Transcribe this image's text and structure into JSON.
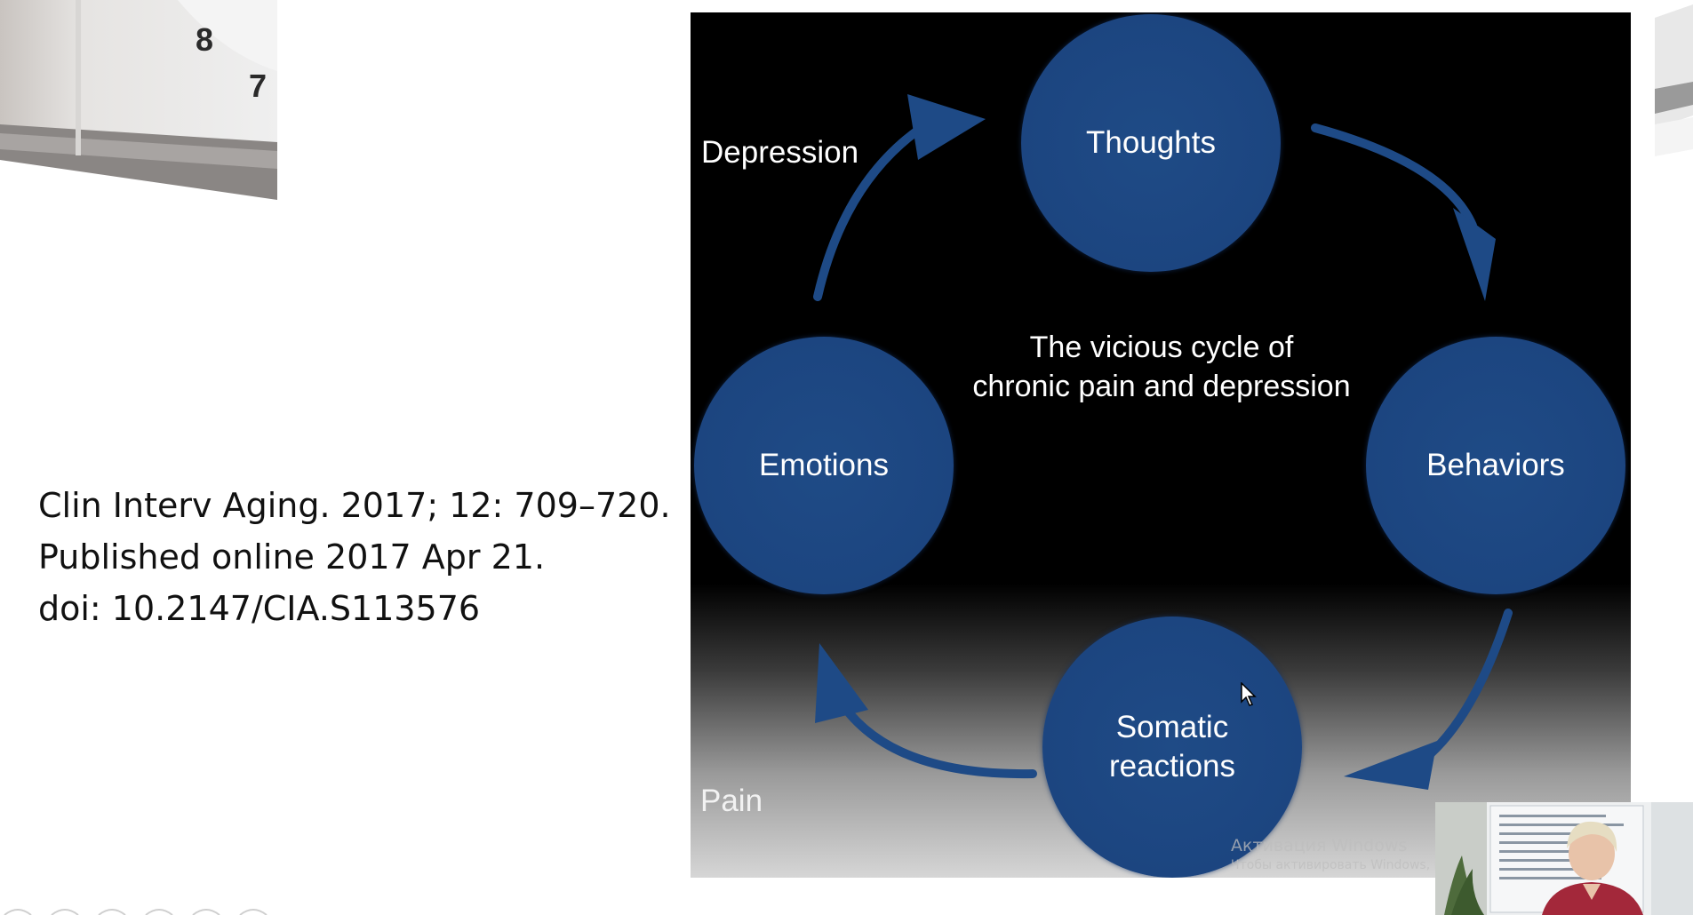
{
  "calendar": {
    "numbers": [
      "8",
      "7"
    ]
  },
  "citation": {
    "line1": "Clin Interv Aging. 2017; 12: 709–720.",
    "line2": "Published online 2017 Apr 21.",
    "line3": "doi: 10.2147/CIA.S113576"
  },
  "diagram": {
    "title_line1": "The vicious cycle of",
    "title_line2": "chronic pain and depression",
    "label_top": "Depression",
    "label_bottom": "Pain",
    "nodes": {
      "thoughts": "Thoughts",
      "behaviors": "Behaviors",
      "somatic_line1": "Somatic",
      "somatic_line2": "reactions",
      "emotions": "Emotions"
    },
    "colors": {
      "node": "#1c4580",
      "background": "#000000"
    }
  },
  "watermark": {
    "title": "Активация Windows",
    "subtitle": "Чтобы активировать Windows, перейдите в раздел \"Параметры\"."
  },
  "icons": [
    "mouse-cursor-icon",
    "webcam-presenter-icon"
  ]
}
